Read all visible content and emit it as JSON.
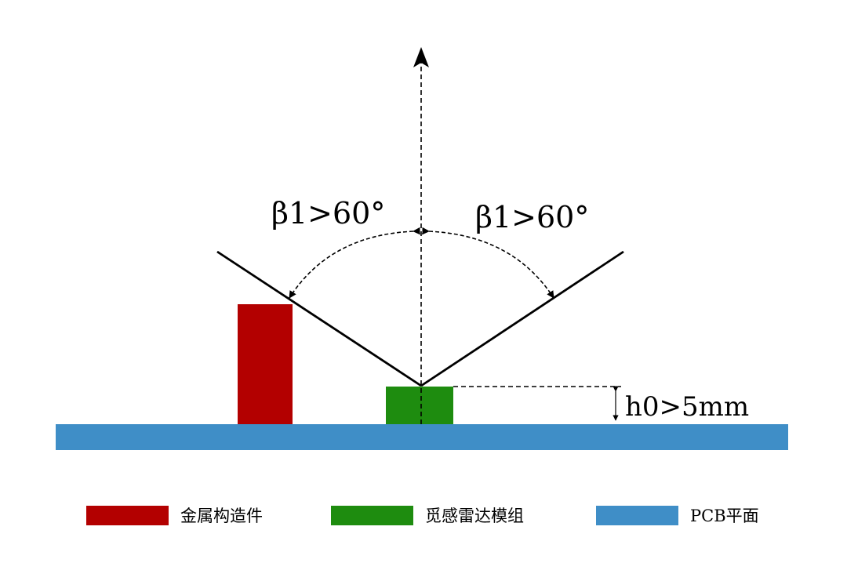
{
  "annotations": {
    "left_angle": "β1>60°",
    "right_angle": "β1>60°",
    "height": "h0>5mm"
  },
  "colors": {
    "metal_structure": "#b30000",
    "radar_module": "#1e8c0f",
    "pcb_plane": "#3f8ec7",
    "line": "#000000"
  },
  "legend": [
    {
      "label": "金属构造件",
      "color": "#b30000"
    },
    {
      "label": "觅感雷达模组",
      "color": "#1e8c0f"
    },
    {
      "label": "PCB平面",
      "color": "#3f8ec7"
    }
  ]
}
